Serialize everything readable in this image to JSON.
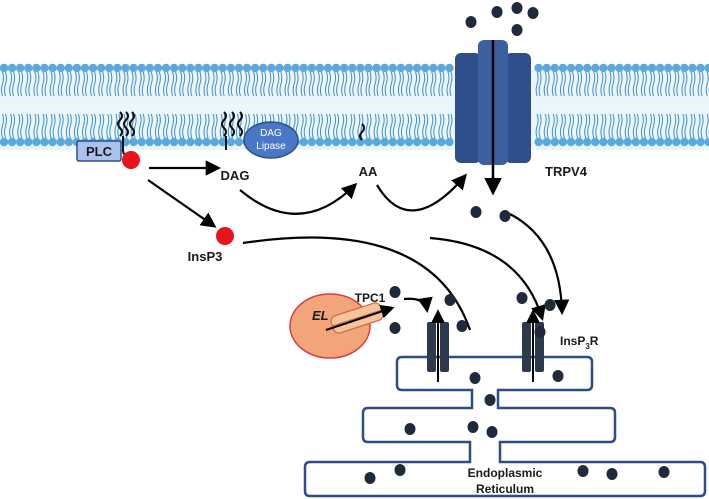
{
  "labels": {
    "plc": "PLC",
    "dag": "DAG",
    "dag_lipase_line1": "DAG",
    "dag_lipase_line2": "Lipase",
    "aa": "AA",
    "trpv4": "TRPV4",
    "insp3": "InsP3",
    "tpc1": "TPC1",
    "el": "EL",
    "insp3r_main": "InsP",
    "insp3r_sub": "3",
    "insp3r_tail": "R",
    "er_line1": "Endoplasmic",
    "er_line2": "Reticulum"
  },
  "colors": {
    "membrane_head": "#5aa9dd",
    "membrane_tail": "#3f8fc9",
    "membrane_bg": "#d6ecf9",
    "channel": "#2f4e8c",
    "channel_dark": "#223a6b",
    "plc_box": "#a9c3ea",
    "dag_lipase": "#4a78c4",
    "insp3_dot": "#e8141d",
    "calcium": "#1f2b3b",
    "er_border": "#2e4c8a",
    "insp3r": "#2c3a4d",
    "lysosome": "#f2a57a",
    "lysosome_border": "#e0393a",
    "tpc1": "#f6c39c",
    "arrow": "#000000"
  },
  "icons": {
    "gpcr": "gpcr-receptor-icon",
    "calcium": "calcium-ion-icon"
  }
}
